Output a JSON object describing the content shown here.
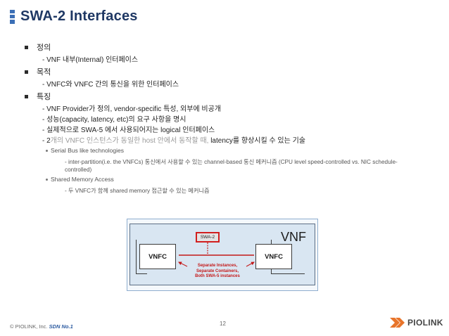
{
  "title": "SWA-2 Interfaces",
  "bullets": [
    {
      "heading": "정의",
      "items": [
        "- VNF 내부(Internal) 인터페이스"
      ]
    },
    {
      "heading": "목적",
      "items": [
        "- VNFC와 VNFC 간의 통신을 위한 인터페이스"
      ]
    },
    {
      "heading": "특징",
      "items": [
        "- VNF Provider가 정의, vendor-specific 특성, 외부에 비공개",
        "- 성능(capacity, latency, etc)의 요구 사항을 명시",
        "- 실제적으로 SWA-5 에서 사용되어지는 logical 인터페이스"
      ],
      "item4_prefix": "- 2",
      "item4_highlight": "개의 VNFC 인스턴스가 동일한 host 안에서 동작할 때,",
      "item4_suffix": " latency를 향상시킬 수 있는 기술",
      "sub": [
        {
          "label": "Serial Bus like technologies",
          "detail": "- inter-partition(i.e. the VNFCs) 통신에서 사용할 수 있는 channel-based 통신 메커니즘 (CPU level speed-controlled vs. NIC schedule-controlled)"
        },
        {
          "label": "Shared Memory Access",
          "detail": "- 두 VNFC가 함께 shared memory 접근할 수 있는 메커니즘"
        }
      ]
    }
  ],
  "diagram": {
    "vnf_label": "VNF",
    "vnfc_left": "VNFC",
    "vnfc_right": "VNFC",
    "swa_tag": "SWA-2",
    "note_lines": [
      "Separate Instances,",
      "Separate Containers,",
      "Both SWA-5 instances"
    ]
  },
  "footer": {
    "copyright": "© PIOLINK, Inc.",
    "sdn": "SDN No.1",
    "page": "12",
    "brand": "PIOLINK"
  },
  "colors": {
    "accent": "#3b6fb6",
    "title": "#1f3864",
    "swa_border": "#d11f1f"
  }
}
